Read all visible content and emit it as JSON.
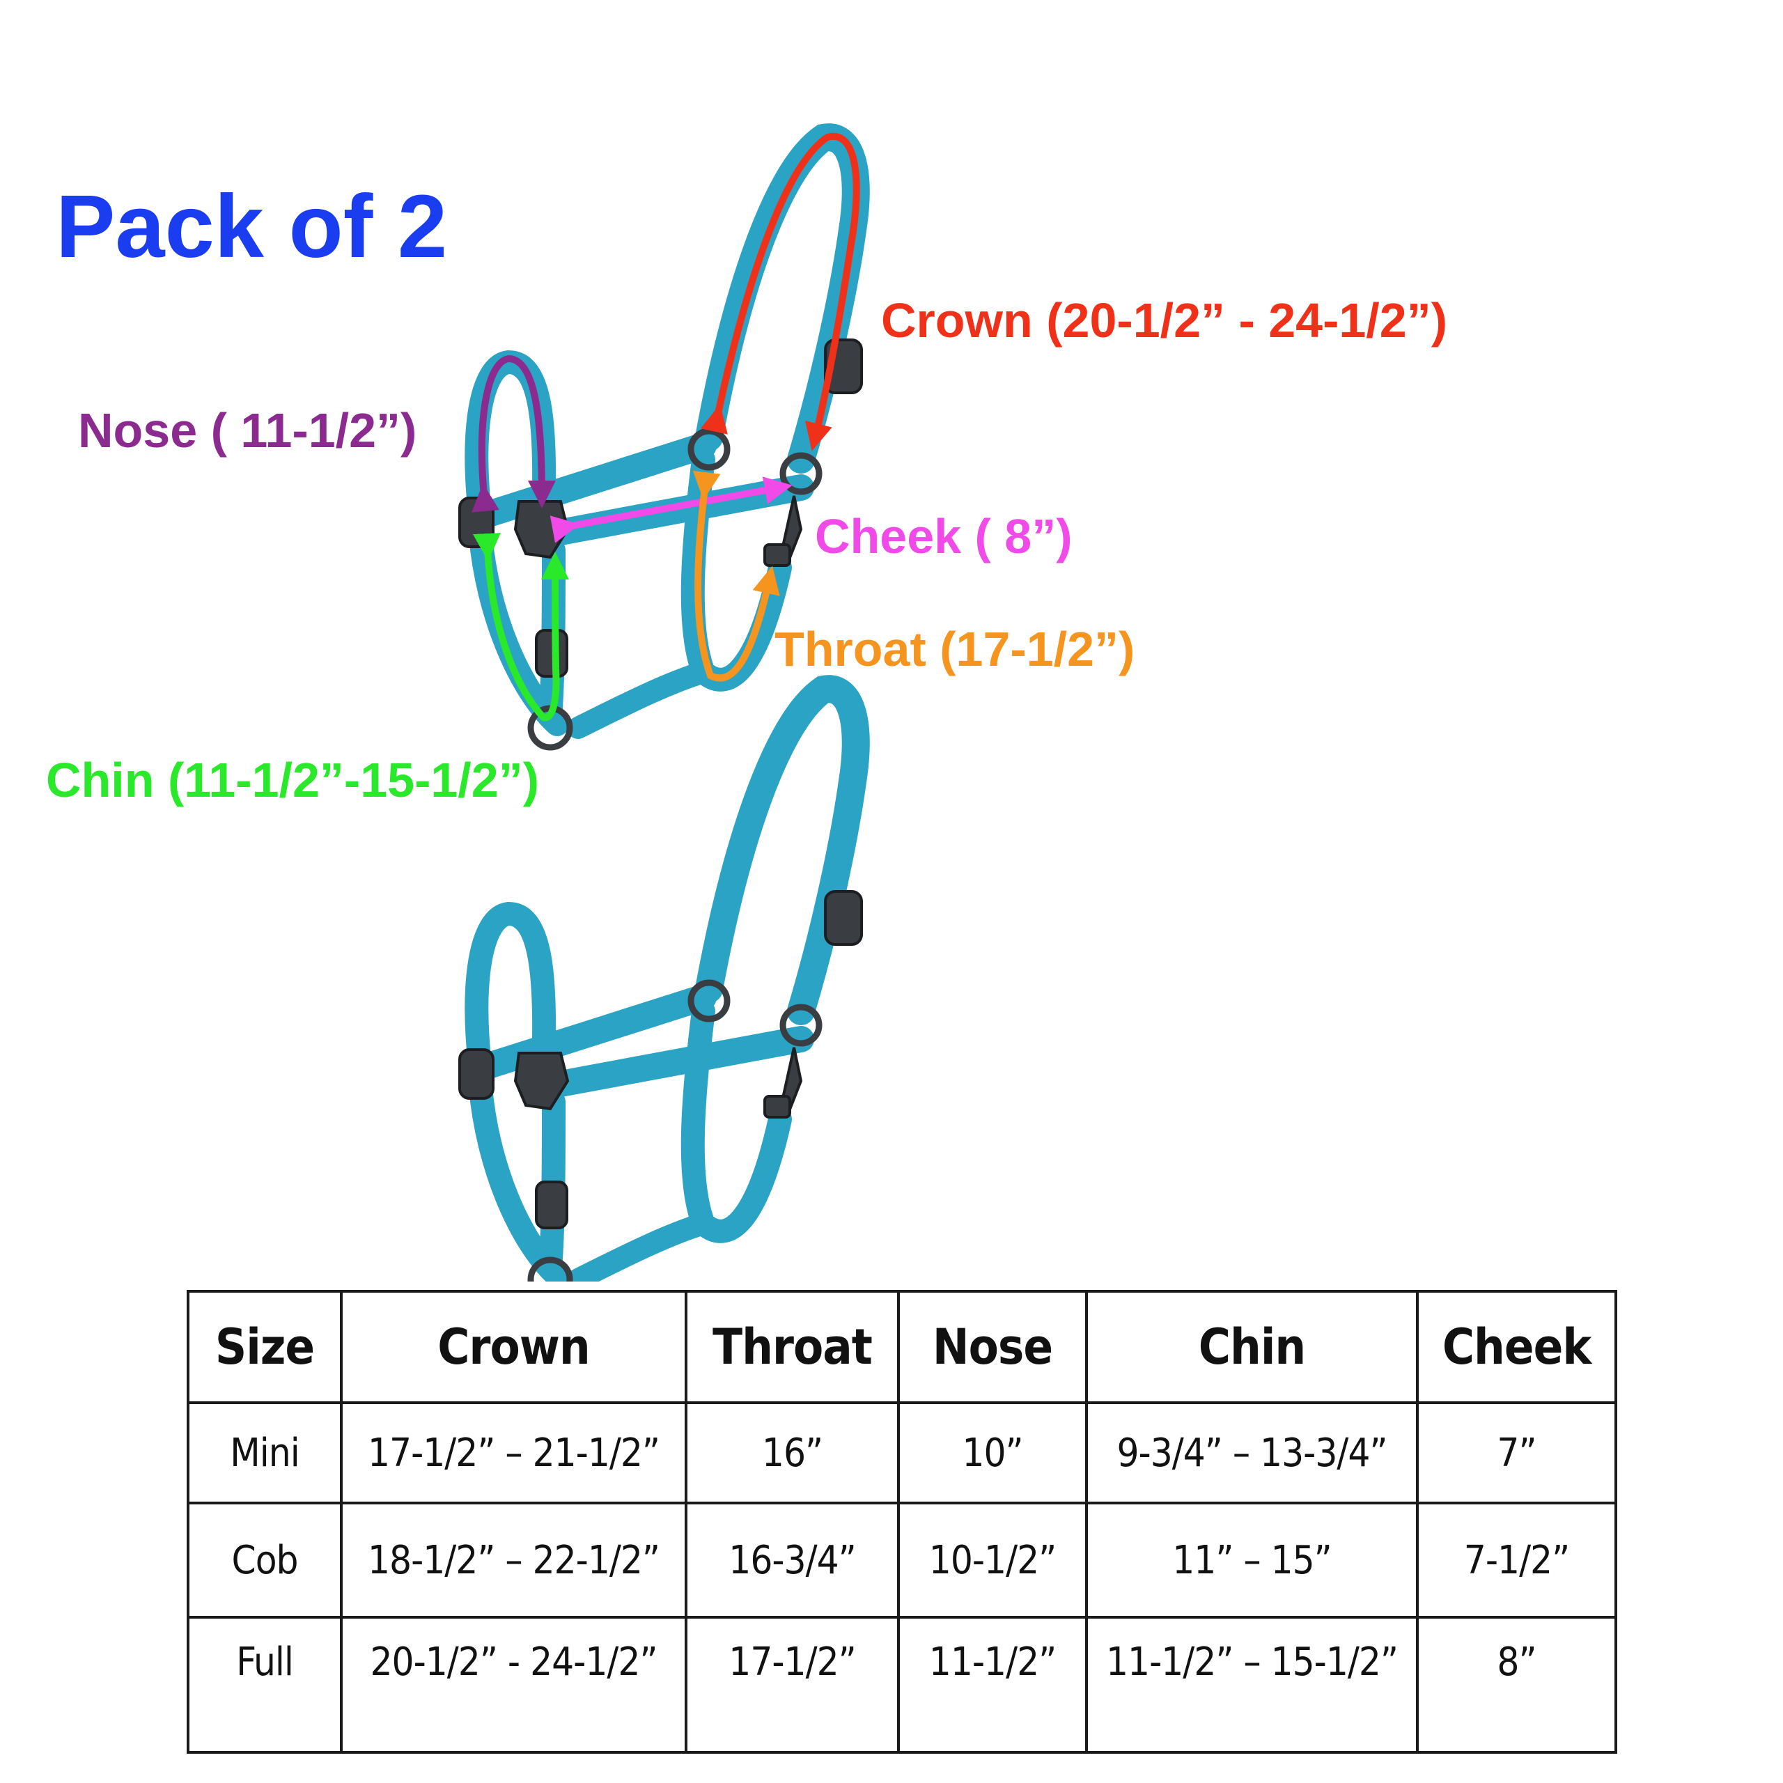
{
  "headline": "Pack of 2",
  "labels": {
    "crown": "Crown (20-1/2” - 24-1/2”)",
    "nose": "Nose ( 11-1/2”)",
    "cheek": "Cheek ( 8”)",
    "throat": "Throat (17-1/2”)",
    "chin": "Chin (11-1/2”-15-1/2”)"
  },
  "colors": {
    "headline": "#1a3df0",
    "crown": "#f0311a",
    "nose": "#8b2a8f",
    "cheek": "#f04be8",
    "throat": "#f5941e",
    "chin": "#2ae82a",
    "strap": "#2ba3c4",
    "strap_dark": "#1f7f9b",
    "hardware": "#3a3d42"
  },
  "size_table": {
    "headers": [
      "Size",
      "Crown",
      "Throat",
      "Nose",
      "Chin",
      "Cheek"
    ],
    "rows": [
      [
        "Mini",
        "17-1/2” – 21-1/2”",
        "16”",
        "10”",
        "9-3/4” – 13-3/4”",
        "7”"
      ],
      [
        "Cob",
        "18-1/2” – 22-1/2”",
        "16-3/4”",
        "10-1/2”",
        "11” – 15”",
        "7-1/2”"
      ],
      [
        "Full",
        "20-1/2” - 24-1/2”",
        "17-1/2”",
        "11-1/2”",
        "11-1/2” – 15-1/2”",
        "8”"
      ]
    ]
  }
}
